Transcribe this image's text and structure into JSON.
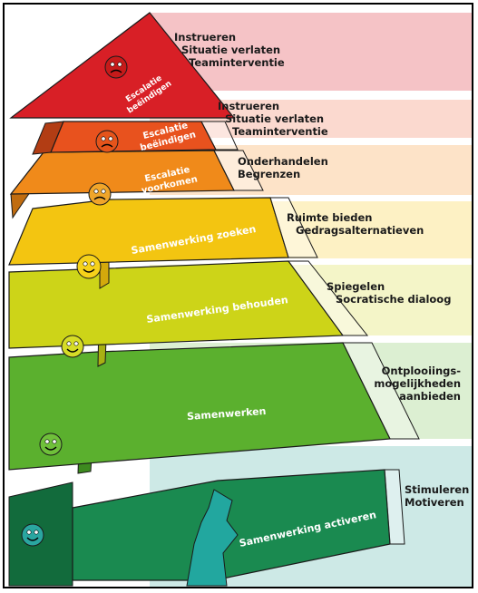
{
  "levels": [
    {
      "id": "top",
      "label_lines": [
        "Escalatie",
        "beëindigen"
      ],
      "annotation": [
        "Instrueren",
        "Situatie verlaten",
        "Teaminterventie"
      ],
      "band_color": "#f5c3c6",
      "fill": "#d81f26",
      "fill_dark": "#a3141a"
    },
    {
      "id": "level2",
      "label_lines": [
        "Escalatie",
        "beëindigen"
      ],
      "annotation": [
        "Instrueren",
        "Situatie verlaten",
        "Teaminterventie"
      ],
      "band_color": "#fbd9cf",
      "fill": "#e8521e",
      "fill_dark": "#b23d14"
    },
    {
      "id": "level3",
      "label_lines": [
        "Escalatie",
        "voorkomen"
      ],
      "annotation": [
        "Onderhandelen",
        "Begrenzen"
      ],
      "band_color": "#fde3c8",
      "fill": "#f08a1a",
      "fill_dark": "#c06c10"
    },
    {
      "id": "level4",
      "label_lines": [
        "Samenwerking zoeken"
      ],
      "annotation": [
        "Ruimte bieden",
        "Gedragsalternatieven"
      ],
      "band_color": "#fdf1c4",
      "fill": "#f3c511",
      "fill_dark": "#d4a90c"
    },
    {
      "id": "level5",
      "label_lines": [
        "Samenwerking behouden"
      ],
      "annotation": [
        "Spiegelen",
        "Socratische dialoog"
      ],
      "band_color": "#f4f5c8",
      "fill": "#cdd418",
      "fill_dark": "#a8b013"
    },
    {
      "id": "level6",
      "label_lines": [
        "Samenwerken"
      ],
      "annotation": [
        "Ontplooiings-",
        "mogelijkheden",
        "aanbieden"
      ],
      "band_color": "#dcefd2",
      "fill": "#5bb02e",
      "fill_dark": "#3d8a1f"
    },
    {
      "id": "level7",
      "label_lines": [
        "Samenwerking activeren"
      ],
      "annotation": [
        "Stimuleren",
        "Motiveren"
      ],
      "band_color": "#cde9e6",
      "fill": "#1a8a50",
      "fill_dark": "#126b3c"
    }
  ],
  "icons": [
    "angry-face-icon",
    "angry-boxer-face-icon",
    "annoyed-face-icon",
    "smiling-face-icon",
    "winking-face-icon",
    "thumbs-up-face-icon",
    "grinning-face-icon"
  ],
  "colors": {
    "outline": "#1a1a1a",
    "accent_teal": "#22a79f"
  }
}
